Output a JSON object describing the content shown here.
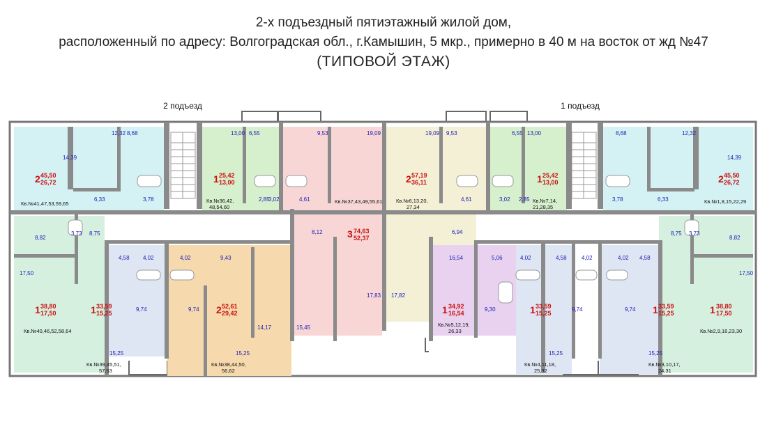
{
  "heading": {
    "line1": "2-х подъездный пятиэтажный жилой дом,",
    "line2": "расположенный по адресу: Волгоградская обл., г.Камышин, 5 мкр., примерно в 40 м на восток от жд №47",
    "line3": "(ТИПОВОЙ ЭТАЖ)"
  },
  "entrances": {
    "left": "2 подъезд",
    "right": "1 подъезд"
  },
  "colors": {
    "cyan": "#d4f1f3",
    "green": "#d6efcc",
    "pink": "#f8d6d6",
    "cream": "#f3f0d6",
    "orange": "#f6d9ac",
    "lavender": "#e8d2f0",
    "lightblue": "#dfe6f3",
    "mint": "#d6f0e0",
    "area_text": "#2020b8",
    "apt_text": "#cc1111"
  },
  "apartments": [
    {
      "rooms": "2",
      "total": "45,50",
      "living": "26,72",
      "numbers": [
        "Кв.№41,47,53,59,65"
      ]
    },
    {
      "rooms": "1",
      "total": "25,42",
      "living": "13,00",
      "numbers": [
        "Кв.№36,42,",
        "48,54,60"
      ]
    },
    {
      "rooms": "3",
      "total": "74,63",
      "living": "52,37",
      "numbers": [
        "Кв.№37,43,49,55,61"
      ]
    },
    {
      "rooms": "2",
      "total": "57,19",
      "living": "36,11",
      "numbers": [
        "Кв.№6,13,20,",
        "27,34"
      ]
    },
    {
      "rooms": "1",
      "total": "25,42",
      "living": "13,00",
      "numbers": [
        "Кв.№7,14,",
        "21,28,35"
      ]
    },
    {
      "rooms": "2",
      "total": "45,50",
      "living": "26,72",
      "numbers": [
        "Кв.№1,8,15,22,29"
      ]
    },
    {
      "rooms": "1",
      "total": "38,80",
      "living": "17,50",
      "numbers": [
        "Кв.№40,46,52,58,64"
      ]
    },
    {
      "rooms": "1",
      "total": "33,59",
      "living": "15,25",
      "numbers": [
        "Кв.№39,45,51,",
        "57,63"
      ]
    },
    {
      "rooms": "2",
      "total": "52,61",
      "living": "29,42",
      "numbers": [
        "Кв.№38,44,50,",
        "56,62"
      ]
    },
    {
      "rooms": "1",
      "total": "34,92",
      "living": "16,54",
      "numbers": [
        "Кв.№5,12,19,",
        "26,33"
      ]
    },
    {
      "rooms": "1",
      "total": "33,59",
      "living": "15,25",
      "numbers": [
        "Кв.№4,11,18,",
        "25,32"
      ]
    },
    {
      "rooms": "1",
      "total": "33,59",
      "living": "15,25",
      "numbers": [
        "Кв.№3,10,17,",
        "24,31"
      ]
    },
    {
      "rooms": "1",
      "total": "38,80",
      "living": "17,50",
      "numbers": [
        "Кв.№2,9,16,23,30"
      ]
    }
  ],
  "room_areas": [
    "12,32",
    "8,68",
    "14,39",
    "6,33",
    "3,78",
    "13,00",
    "6,55",
    "2,85",
    "3,02",
    "9,53",
    "4,61",
    "19,09",
    "8,75",
    "3,73",
    "8,82",
    "17,50",
    "4,58",
    "4,02",
    "9,43",
    "9,74",
    "15,25",
    "14,17",
    "8,12",
    "15,45",
    "17,83",
    "17,82",
    "6,94",
    "16,54",
    "5,06",
    "9,30"
  ]
}
